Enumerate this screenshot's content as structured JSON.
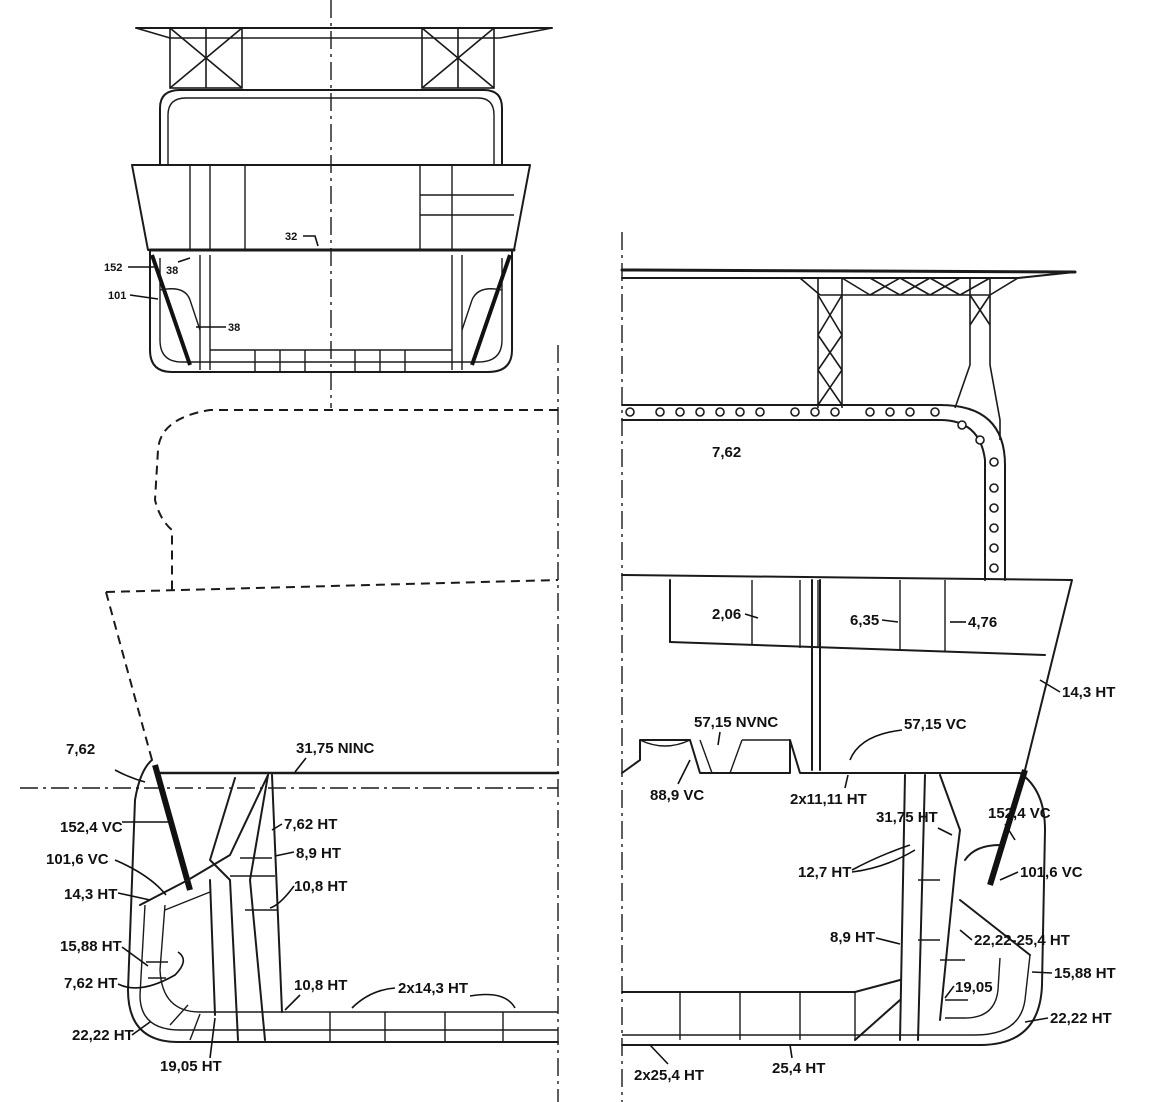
{
  "top_section": {
    "labels": [
      "32",
      "152",
      "38",
      "101",
      "38"
    ]
  },
  "left_section": {
    "labels": [
      "7,62",
      "31,75 NINC",
      "152,4 VC",
      "7,62 HT",
      "8,9 HT",
      "101,6 VC",
      "10,8 HT",
      "14,3 HT",
      "15,88 HT",
      "7,62 HT",
      "10,8 HT",
      "2x14,3 HT",
      "22,22 HT",
      "19,05 HT"
    ]
  },
  "right_section": {
    "labels": [
      "7,62",
      "2,06",
      "6,35",
      "4,76",
      "14,3 HT",
      "57,15 NVNC",
      "57,15 VC",
      "88,9 VC",
      "2x11,11 HT",
      "31,75 HT",
      "152,4 VC",
      "12,7 HT",
      "101,6 VC",
      "8,9 HT",
      "22,22-25,4 HT",
      "19,05",
      "15,88 HT",
      "22,22 HT",
      "2x25,4 HT",
      "25,4 HT"
    ]
  }
}
